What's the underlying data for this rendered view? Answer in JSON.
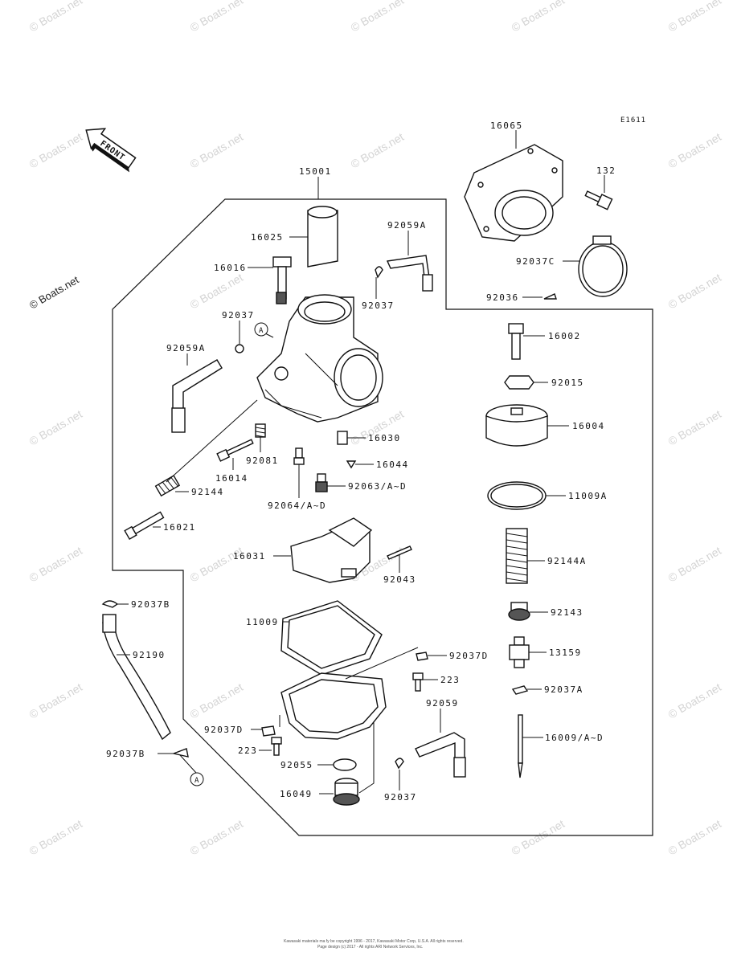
{
  "header": {
    "ref_code": "E1611",
    "front_arrow_label": "FRONT"
  },
  "watermark": "© Boats.net",
  "callouts": {
    "circle_a_top": "A",
    "circle_a_bottom": "A"
  },
  "parts": {
    "p16065": "16065",
    "p132": "132",
    "p92037c": "92037C",
    "p92036": "92036",
    "p15001": "15001",
    "p92059a_top": "92059A",
    "p16025": "16025",
    "p16016": "16016",
    "p92037_top": "92037",
    "p92037_left": "92037",
    "p92059a_left": "92059A",
    "p16002": "16002",
    "p92015": "92015",
    "p16004": "16004",
    "p16030": "16030",
    "p92081": "92081",
    "p16044": "16044",
    "p16014": "16014",
    "p92063": "92063/A~D",
    "p92144": "92144",
    "p92064": "92064/A~D",
    "p11009a": "11009A",
    "p16021": "16021",
    "p16031": "16031",
    "p92144a": "92144A",
    "p92043": "92043",
    "p92037b_top": "92037B",
    "p92143": "92143",
    "p11009": "11009",
    "p13159": "13159",
    "p92037d_right": "92037D",
    "p92190": "92190",
    "p223_right": "223",
    "p92037a": "92037A",
    "p92059": "92059",
    "p92037d_left": "92037D",
    "p16009": "16009/A~D",
    "p223_left": "223",
    "p92037b_bottom": "92037B",
    "p92055": "92055",
    "p16049": "16049",
    "p92037_bottom": "92037"
  },
  "copyright": {
    "line1": "Kawasaki materials ma fy be copyright 1996 - 2017, Kawasaki Motor Corp, U.S.A. All rights reserved.",
    "line2": "Page design (c) 2017 - All rights ARI Network Services, Inc."
  }
}
